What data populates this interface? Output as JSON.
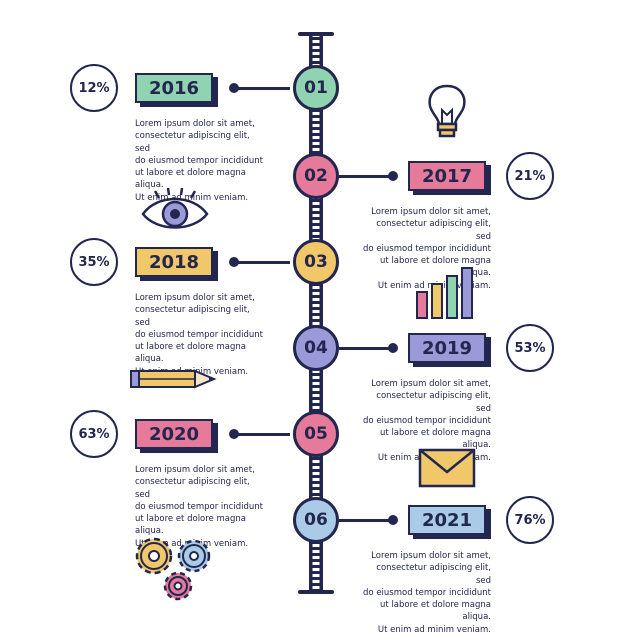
{
  "colors": {
    "ink": "#23264f",
    "green": "#8fd3b0",
    "pink": "#e57a9b",
    "yellow": "#f0c86a",
    "purple": "#9a9ad9",
    "blue": "#a9cbe8"
  },
  "steps": [
    {
      "num": "01",
      "year": "2016",
      "percent": "12%",
      "side": "left",
      "color": "#8fd3b0",
      "text": "Lorem ipsum dolor sit amet,\nconsectetur adipiscing elit, sed\ndo eiusmod tempor incididunt\nut labore et dolore magna aliqua.\nUt enim ad minim veniam."
    },
    {
      "num": "02",
      "year": "2017",
      "percent": "21%",
      "side": "right",
      "color": "#e57a9b",
      "text": "Lorem ipsum dolor sit amet,\nconsectetur adipiscing elit, sed\ndo eiusmod tempor incididunt\nut labore et dolore magna aliqua.\nUt enim ad minim veniam."
    },
    {
      "num": "03",
      "year": "2018",
      "percent": "35%",
      "side": "left",
      "color": "#f0c86a",
      "text": "Lorem ipsum dolor sit amet,\nconsectetur adipiscing elit, sed\ndo eiusmod tempor incididunt\nut labore et dolore magna aliqua.\nUt enim ad minim veniam."
    },
    {
      "num": "04",
      "year": "2019",
      "percent": "53%",
      "side": "right",
      "color": "#9a9ad9",
      "text": "Lorem ipsum dolor sit amet,\nconsectetur adipiscing elit, sed\ndo eiusmod tempor incididunt\nut labore et dolore magna aliqua.\nUt enim ad minim veniam."
    },
    {
      "num": "05",
      "year": "2020",
      "percent": "63%",
      "side": "left",
      "color": "#e57a9b",
      "text": "Lorem ipsum dolor sit amet,\nconsectetur adipiscing elit, sed\ndo eiusmod tempor incididunt\nut labore et dolore magna aliqua.\nUt enim ad minim veniam."
    },
    {
      "num": "06",
      "year": "2021",
      "percent": "76%",
      "side": "right",
      "color": "#a9cbe8",
      "text": "Lorem ipsum dolor sit amet,\nconsectetur adipiscing elit, sed\ndo eiusmod tempor incididunt\nut labore et dolore magna aliqua.\nUt enim ad minim veniam."
    }
  ],
  "icons": [
    "lightbulb-icon",
    "eye-icon",
    "bar-chart-icon",
    "pencil-icon",
    "envelope-icon",
    "gears-icon"
  ]
}
